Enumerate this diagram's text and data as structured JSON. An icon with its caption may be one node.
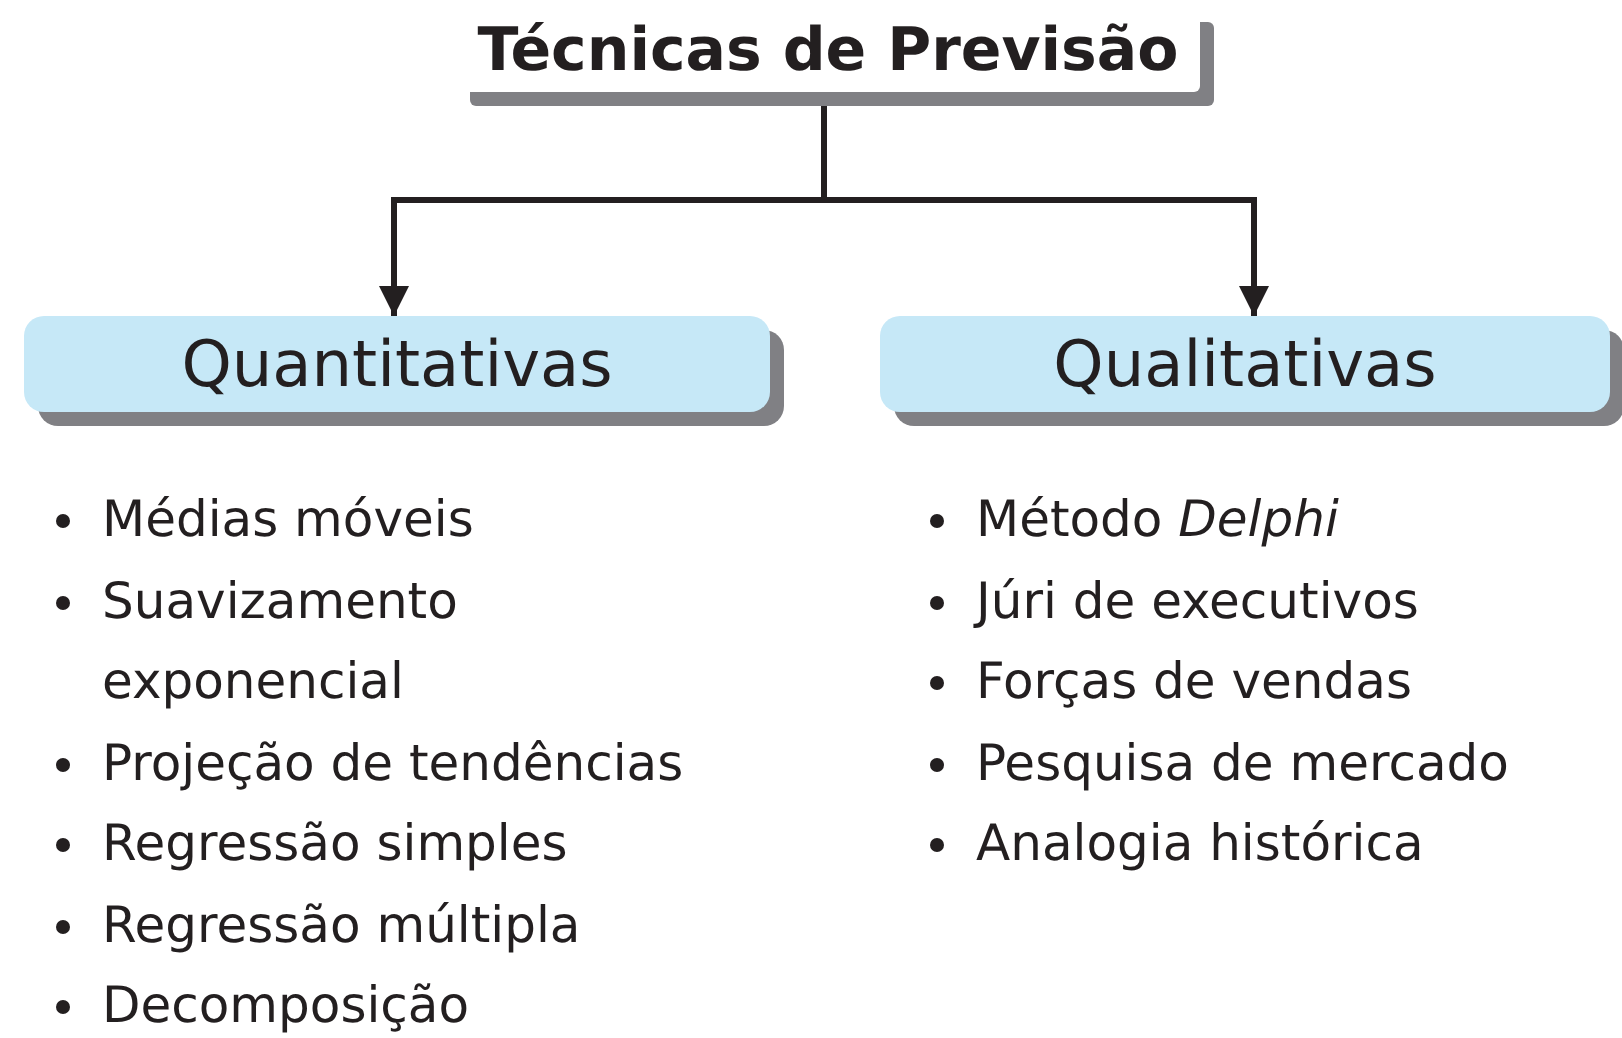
{
  "diagram": {
    "nodes": [
      {
        "text": [
          "Técnicas de Previsão"
        ]
      },
      {
        "text": [
          "Quantitativas"
        ],
        "beside": [
          "Médias móveis",
          "Suavizamento exponencial",
          "Projeção de tendências",
          "Regressão simples",
          "Regressão múltipla",
          "Decomposição"
        ]
      },
      {
        "text": [
          "Qualitativas"
        ],
        "beside": [
          "Método *Delphi*",
          "Júri de executivos",
          "Forças de vendas",
          "Pesquisa de mercado",
          "Analogia histórica"
        ]
      }
    ],
    "edges": [
      {
        "from": 0,
        "to": 1,
        "arrow": "to"
      },
      {
        "from": 0,
        "to": 2,
        "arrow": "to"
      }
    ]
  }
}
